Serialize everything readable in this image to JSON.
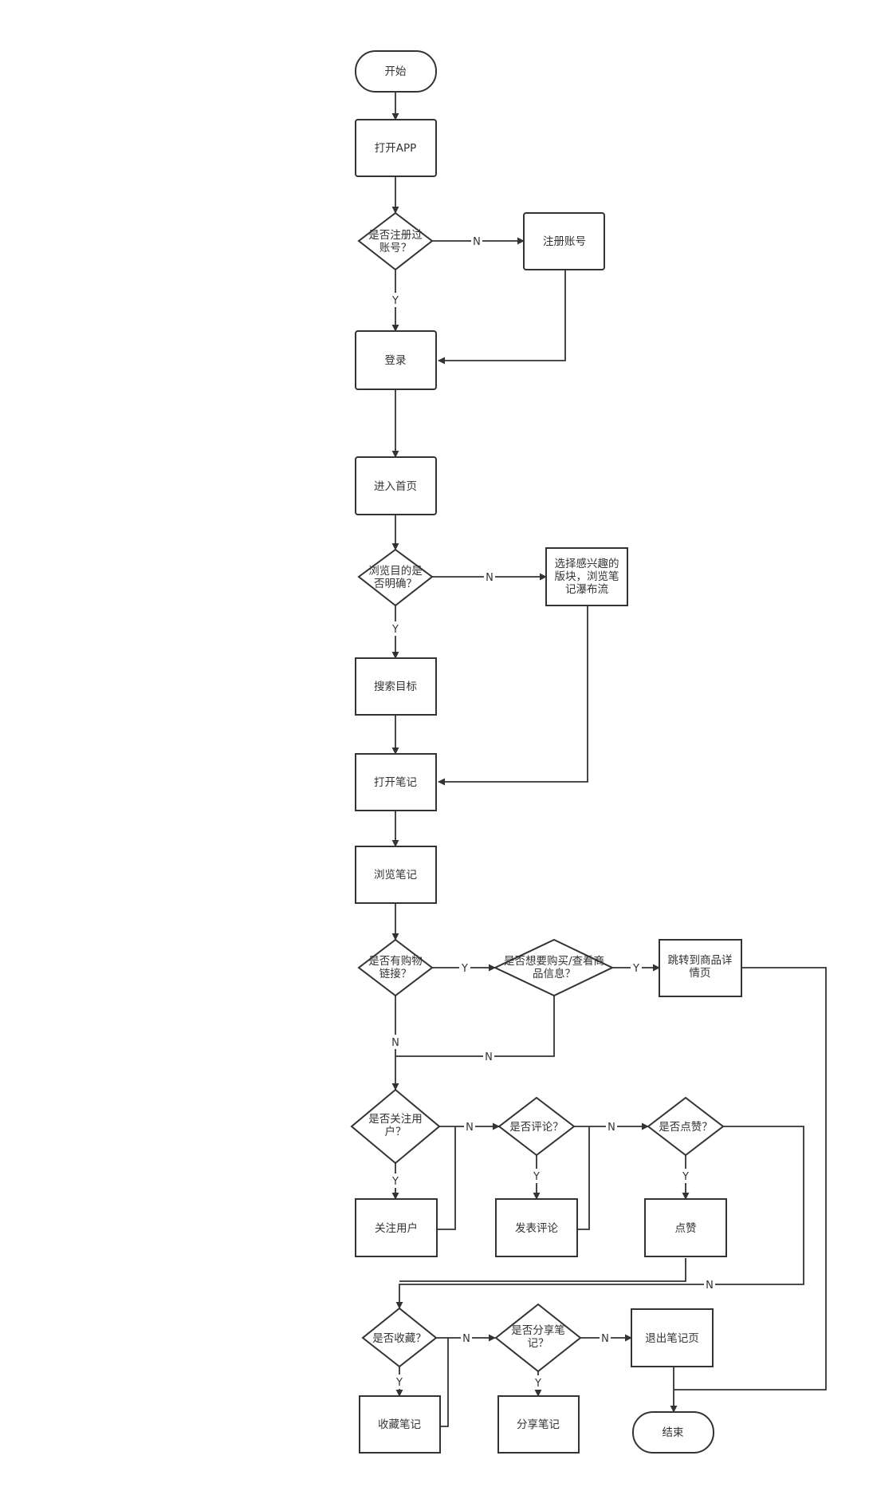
{
  "flowchart": {
    "nodes": {
      "start": "开始",
      "open_app": "打开APP",
      "registered_q": [
        "是否注册过",
        "账号？"
      ],
      "register": "注册账号",
      "login": "登录",
      "home": "进入首页",
      "purpose_q": [
        "浏览目的是",
        "否明确？"
      ],
      "choose_section": [
        "选择感兴趣的",
        "版块，浏览笔",
        "记瀑布流"
      ],
      "search": "搜索目标",
      "open_note": "打开笔记",
      "browse_note": "浏览笔记",
      "link_q": [
        "是否有购物",
        "链接？"
      ],
      "buy_q": [
        "是否想要购买/查看商",
        "品信息？"
      ],
      "product_page": [
        "跳转到商品详",
        "情页"
      ],
      "follow_q": [
        "是否关注用",
        "户？"
      ],
      "follow_user": "关注用户",
      "comment_q": "是否评论？",
      "post_comment": "发表评论",
      "like_q": "是否点赞？",
      "like": "点赞",
      "fav_q": "是否收藏？",
      "fav": "收藏笔记",
      "share_q": [
        "是否分享笔",
        "记？"
      ],
      "share": "分享笔记",
      "exit": "退出笔记页",
      "end": "结束"
    },
    "labels": {
      "yes": "Y",
      "no": "N"
    }
  }
}
